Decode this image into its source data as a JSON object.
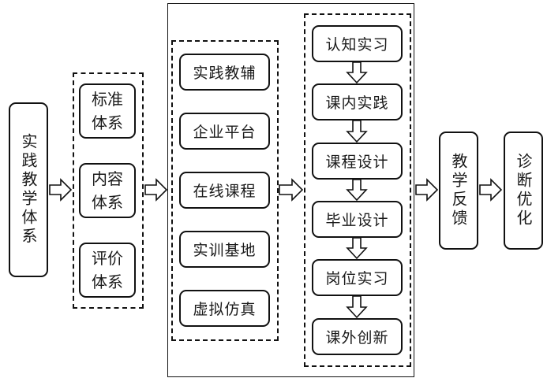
{
  "diagram": {
    "root": {
      "label": "实践教学体系"
    },
    "systems": [
      {
        "label": "标准体系"
      },
      {
        "label": "内容体系"
      },
      {
        "label": "评价体系"
      }
    ],
    "resources": [
      {
        "label": "实践教辅"
      },
      {
        "label": "企业平台"
      },
      {
        "label": "在线课程"
      },
      {
        "label": "实训基地"
      },
      {
        "label": "虚拟仿真"
      }
    ],
    "stages": [
      {
        "label": "认知实习"
      },
      {
        "label": "课内实践"
      },
      {
        "label": "课程设计"
      },
      {
        "label": "毕业设计"
      },
      {
        "label": "岗位实习"
      },
      {
        "label": "课外创新"
      }
    ],
    "feedback": {
      "label": "教学反馈"
    },
    "optimize": {
      "label": "诊断优化"
    }
  }
}
